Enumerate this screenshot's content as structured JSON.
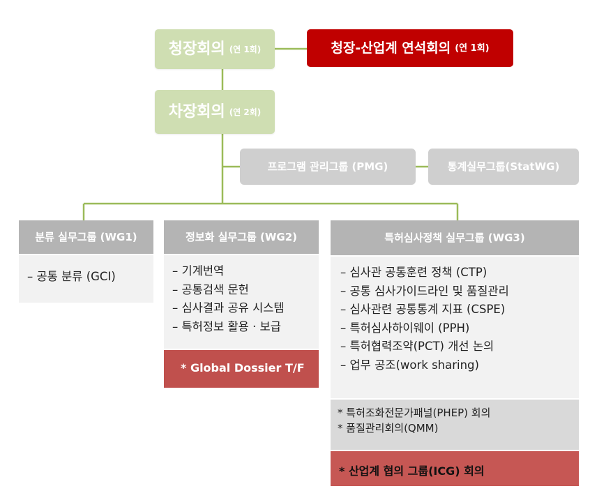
{
  "top": {
    "commissioners": {
      "label": "청장회의",
      "sub": "(연 1회)"
    },
    "industry_meeting": {
      "label": "청장-산업계 연석회의",
      "sub": "(연 1회)"
    },
    "deputies": {
      "label": "차장회의",
      "sub": "(연 2회)"
    }
  },
  "middle": {
    "pmg": "프로그램 관리그룹 (PMG)",
    "statwg": "통계실무그룹(StatWG)"
  },
  "working_groups": {
    "wg1": {
      "header": "분류 실무그룹 (WG1)",
      "items": [
        "– 공통 분류 (GCI)"
      ]
    },
    "wg2": {
      "header": "정보화 실무그룹 (WG2)",
      "items": [
        "– 기계번역",
        "– 공통검색 문헌",
        "– 심사결과 공유 시스템",
        "– 특허정보 활용 · 보급"
      ],
      "taskforce": "* Global Dossier T/F"
    },
    "wg3": {
      "header": "특허심사정책 실무그룹 (WG3)",
      "items": [
        "– 심사관 공통훈련 정책 (CTP)",
        "– 공통 심사가이드라인 및 품질관리",
        "– 심사관련 공통통계 지표 (CSPE)",
        "– 특허심사하이웨이 (PPH)",
        "– 특허협력조약(PCT) 개선 논의",
        "– 업무 공조(work sharing)"
      ],
      "notes": [
        "* 특허조화전문가패널(PHEP) 회의",
        "* 품질관리회의(QMM)"
      ],
      "icg": "* 산업계 협의 그룹(ICG) 회의"
    }
  },
  "colors": {
    "green_box": "#cfdeb2",
    "red_box": "#c00000",
    "connector": "#9bbb59",
    "gray_box": "#cfcfcf",
    "header_gray": "#b4b4b4",
    "panel_bg": "#f2f2f2",
    "highlight_red": "#c0504d"
  }
}
